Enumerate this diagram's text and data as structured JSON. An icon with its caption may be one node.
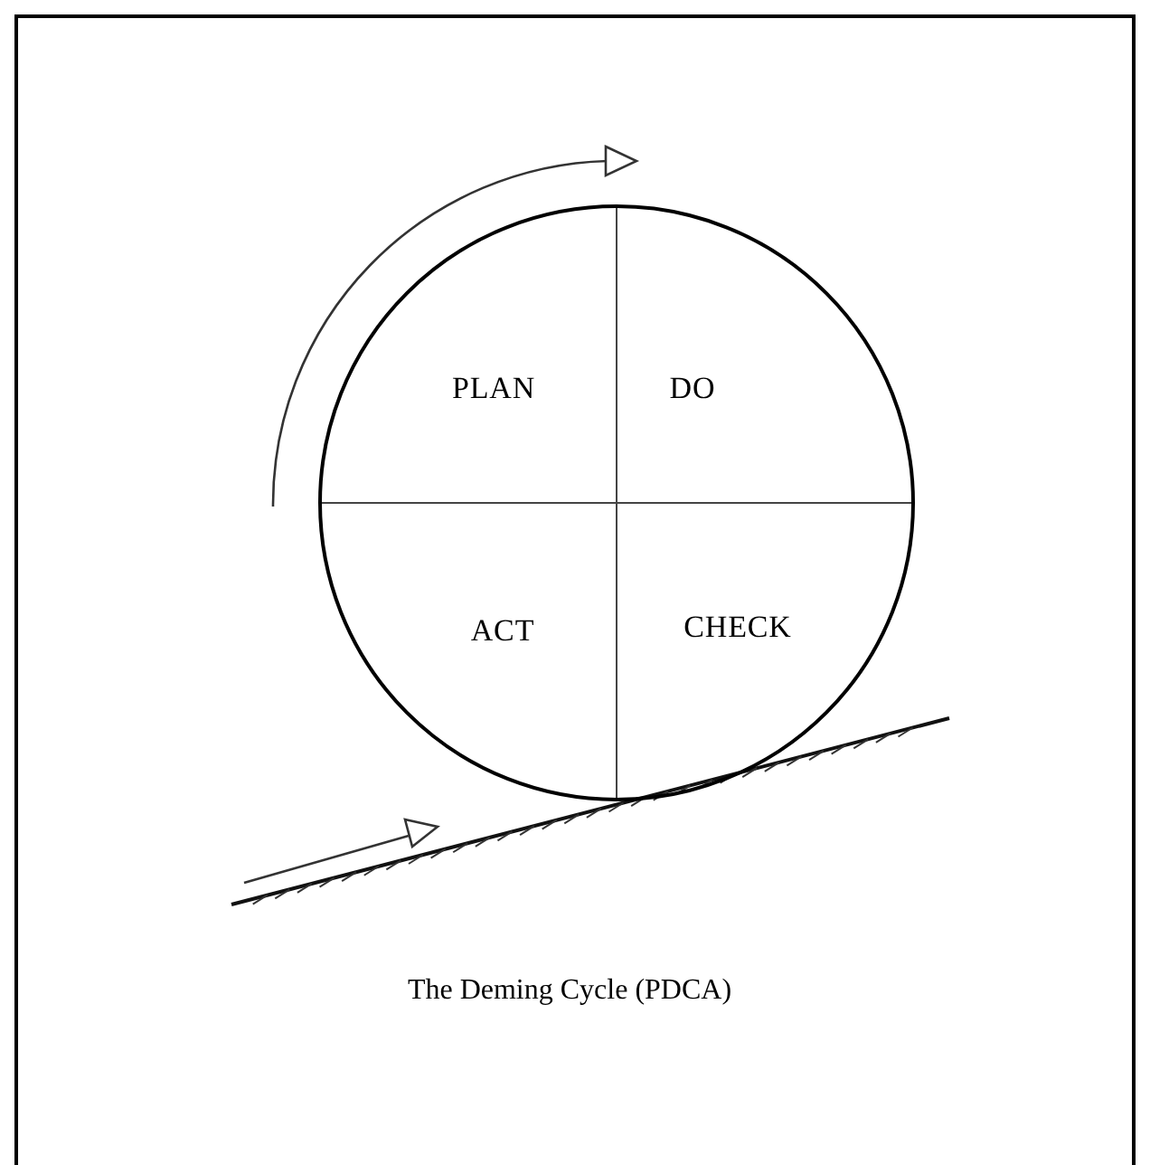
{
  "diagram": {
    "caption": "The Deming Cycle (PDCA)",
    "nodes": [
      {
        "text": [],
        "shape": "circle"
      },
      {
        "text": [
          "PLAN"
        ],
        "in": 0
      },
      {
        "text": [
          "DO"
        ],
        "in": 0
      },
      {
        "text": [
          "ACT"
        ],
        "in": 0
      },
      {
        "text": [
          "CHECK"
        ],
        "in": 0
      }
    ]
  }
}
